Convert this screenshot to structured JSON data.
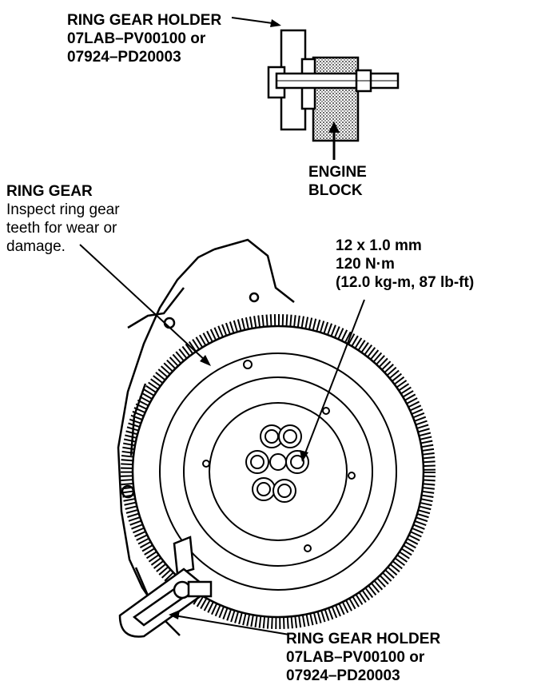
{
  "labels": {
    "top_holder": {
      "title": "RING GEAR HOLDER",
      "part1": "07LAB–PV00100 or",
      "part2": "07924–PD20003"
    },
    "engine_block": {
      "line1": "ENGINE",
      "line2": "BLOCK"
    },
    "ring_gear": {
      "title": "RING GEAR",
      "line1": "Inspect ring gear",
      "line2": "teeth for wear or",
      "line3": "damage."
    },
    "torque": {
      "line1": "12 x 1.0 mm",
      "line2": "120 N·m",
      "line3": "(12.0 kg-m, 87 lb-ft)"
    },
    "bottom_holder": {
      "title": "RING GEAR HOLDER",
      "part1": "07LAB–PV00100 or",
      "part2": "07924–PD20003"
    }
  }
}
